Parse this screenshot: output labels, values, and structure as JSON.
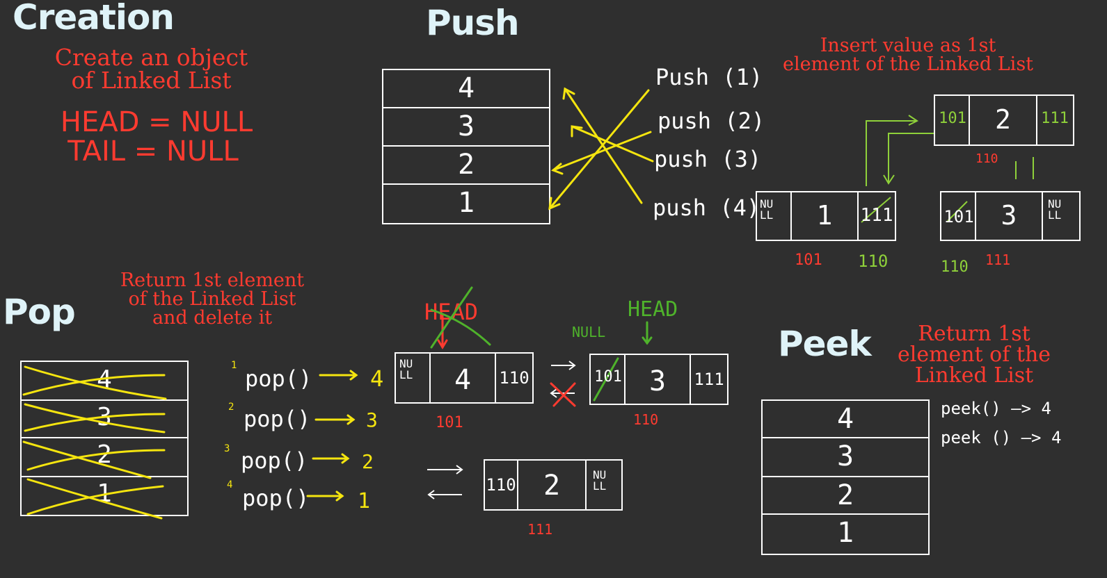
{
  "sections": {
    "creation": {
      "title": "Creation",
      "desc_line1": "Create an object",
      "desc_line2": "of Linked List",
      "head_line": "HEAD = NULL",
      "tail_line": "TAIL = NULL"
    },
    "push": {
      "title": "Push",
      "stack": [
        "4",
        "3",
        "2",
        "1"
      ],
      "calls": [
        "Push (1)",
        "push (2)",
        "push (3)",
        "push (4)"
      ],
      "desc_line1": "Insert value as 1st",
      "desc_line2": "element of the Linked List",
      "nodes": [
        {
          "prev": "NU LL",
          "value": "1",
          "next": "111",
          "addr": "101"
        },
        {
          "prev": "101",
          "value": "2",
          "next": "111",
          "addr": "110"
        },
        {
          "prev": "101",
          "value": "3",
          "next": "NU LL",
          "addr": "111"
        }
      ],
      "extra_addr": "110",
      "extra_addr2": "110"
    },
    "pop": {
      "title": "Pop",
      "desc_line1": "Return 1st element",
      "desc_line2": "of the Linked List",
      "desc_line3": "and delete it",
      "stack": [
        "4",
        "3",
        "2",
        "1"
      ],
      "calls": [
        {
          "num": "1",
          "call": "pop()",
          "result": "4"
        },
        {
          "num": "2",
          "call": "pop()",
          "result": "3"
        },
        {
          "num": "3",
          "call": "pop()",
          "result": "2"
        },
        {
          "num": "4",
          "call": "pop()",
          "result": "1"
        }
      ],
      "head_old": "HEAD",
      "head_new": "HEAD",
      "null_label": "NULL",
      "nodes": [
        {
          "prev": "NU LL",
          "value": "4",
          "next": "110",
          "addr": "101"
        },
        {
          "prev": "101",
          "value": "3",
          "next": "111",
          "addr": "110"
        },
        {
          "prev": "110",
          "value": "2",
          "next": "NU LL",
          "addr": "111"
        }
      ]
    },
    "peek": {
      "title": "Peek",
      "desc_line1": "Return 1st",
      "desc_line2": "element of the",
      "desc_line3": "Linked List",
      "stack": [
        "4",
        "3",
        "2",
        "1"
      ],
      "calls": [
        "peek() —> 4",
        "peek () —> 4"
      ]
    }
  },
  "colors": {
    "background": "#2f2f2f",
    "title": "#dff3f8",
    "red": "#ff3b30",
    "yellow": "#f5e50f",
    "green": "#8fd13a",
    "white": "#ffffff"
  }
}
